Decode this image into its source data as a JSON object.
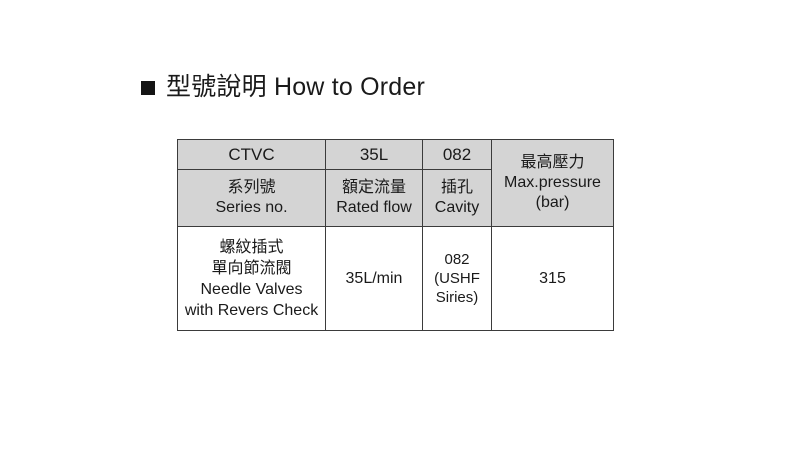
{
  "title": {
    "bullet": "black-square-bullet",
    "text": "型號說明 How to Order"
  },
  "table": {
    "code_row": {
      "series": "CTVC",
      "flow": "35L",
      "cavity": "082"
    },
    "pressure_header": {
      "zh": "最高壓力",
      "en": "Max.pressure",
      "unit": "(bar)"
    },
    "label_row": {
      "series_zh": "系列號",
      "series_en": "Series no.",
      "flow_zh": "額定流量",
      "flow_en": "Rated flow",
      "cavity_zh": "插孔",
      "cavity_en": "Cavity"
    },
    "data_row": {
      "series_zh1": "螺紋插式",
      "series_zh2": "單向節流閥",
      "series_en1": "Needle Valves",
      "series_en2": "with Revers Check",
      "flow": "35L/min",
      "cavity1": "082",
      "cavity2": "(USHF",
      "cavity3": "Siries)",
      "pressure": "315"
    }
  },
  "colors": {
    "header_bg": "#d4d4d4",
    "border": "#3b3b3b",
    "text": "#1a1a1a",
    "page_bg": "#ffffff"
  }
}
